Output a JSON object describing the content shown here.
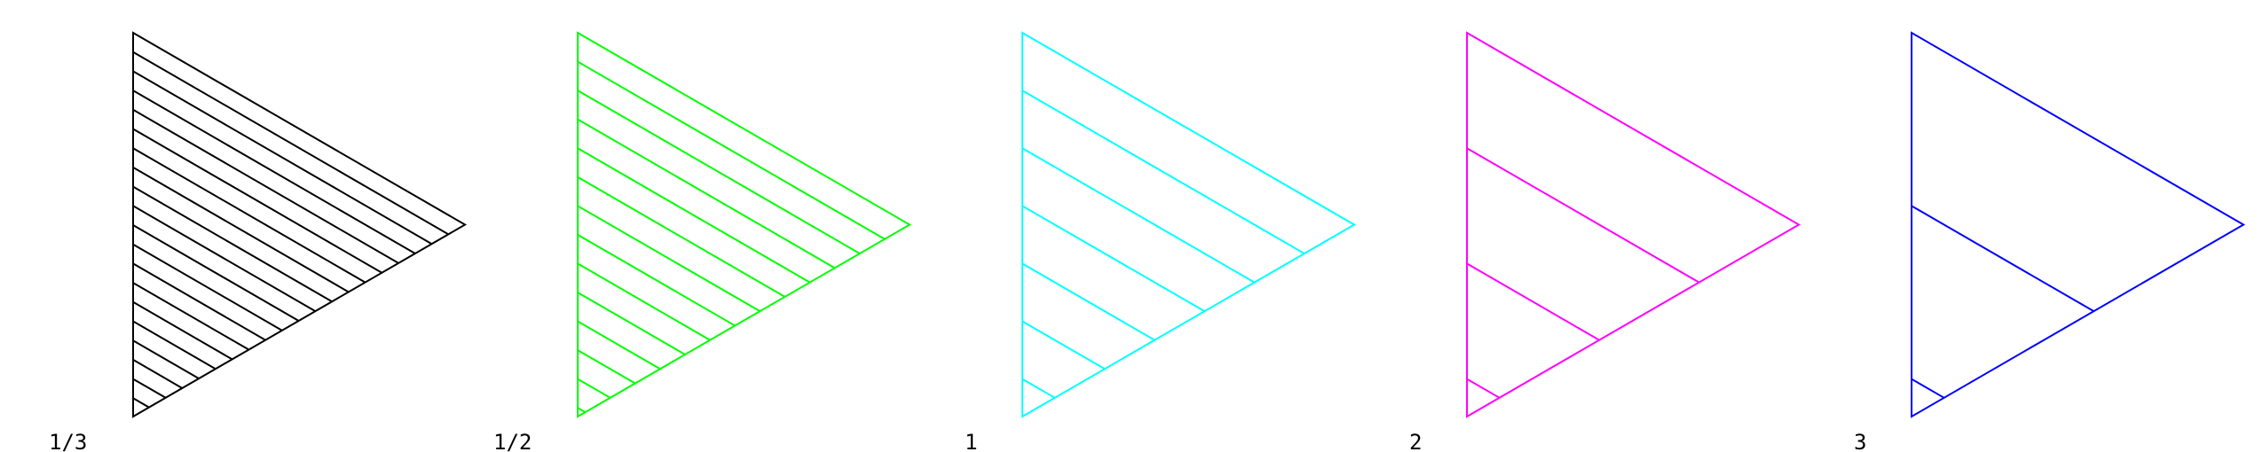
{
  "panels": [
    {
      "label": "1/3",
      "color": "#000000",
      "spacing_factor": 0.3333
    },
    {
      "label": "1/2",
      "color": "#00ff00",
      "spacing_factor": 0.5
    },
    {
      "label": "1",
      "color": "#00ffff",
      "spacing_factor": 1
    },
    {
      "label": "2",
      "color": "#ff00ff",
      "spacing_factor": 2
    },
    {
      "label": "3",
      "color": "#0000ff",
      "spacing_factor": 3
    }
  ]
}
